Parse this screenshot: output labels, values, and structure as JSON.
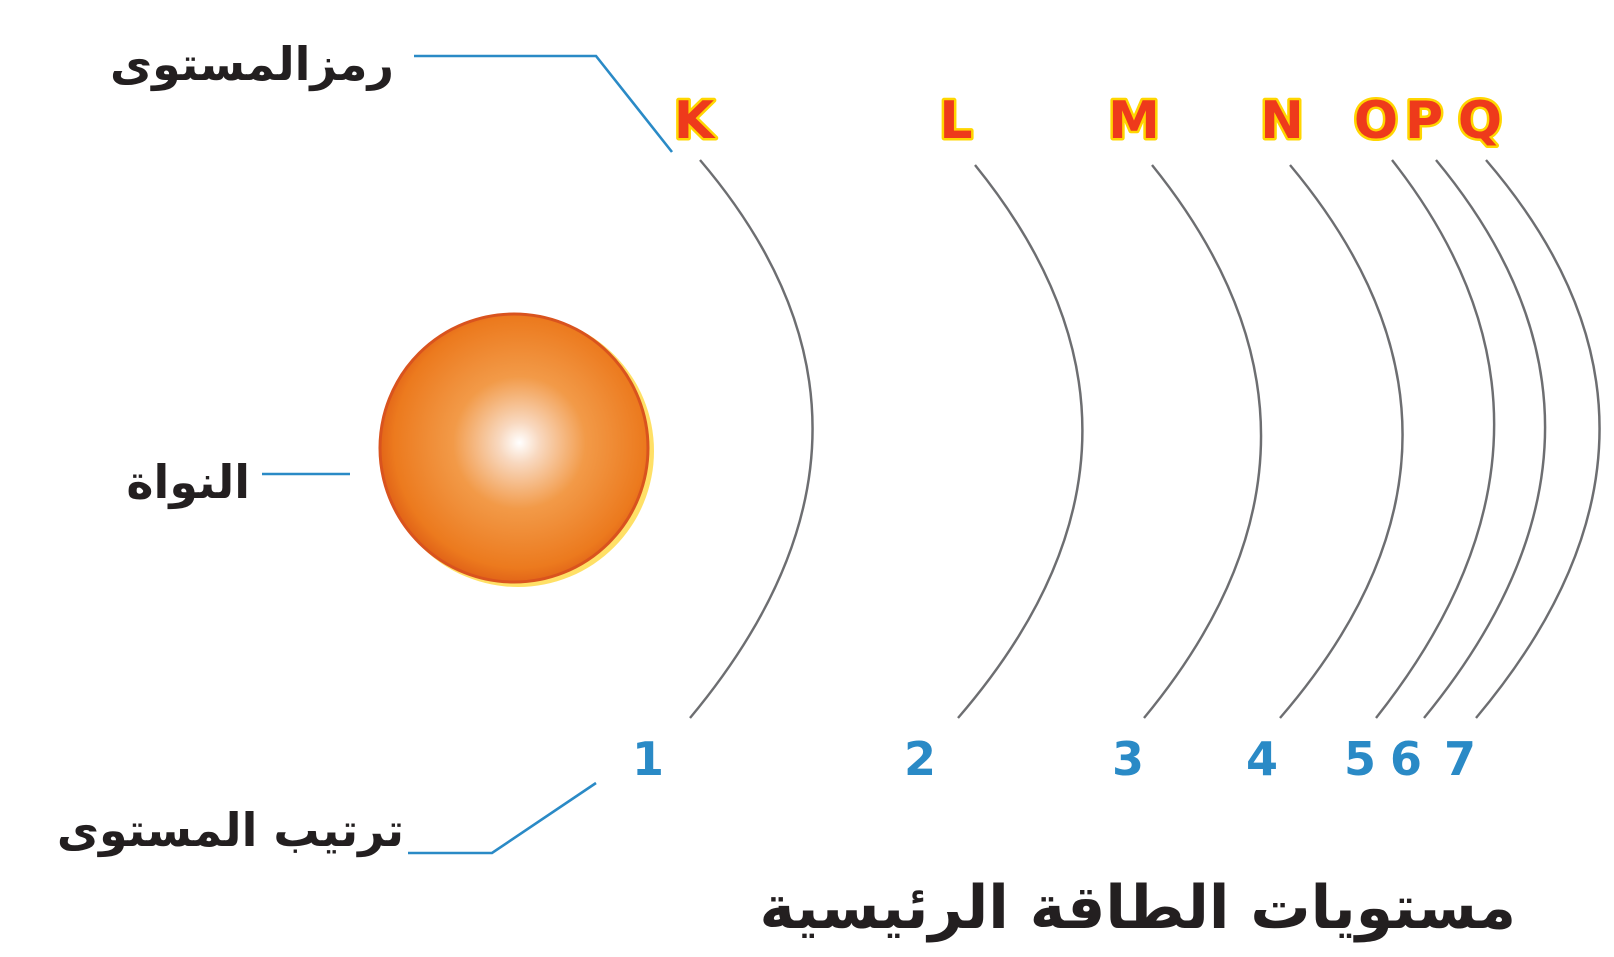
{
  "labels": {
    "level_symbol": "رمزالمستوى",
    "nucleus": "النواة",
    "level_order": "ترتيب المستوى"
  },
  "caption": "مستويات الطاقة الرئيسية",
  "levels": [
    {
      "symbol": "K",
      "number": "1"
    },
    {
      "symbol": "L",
      "number": "2"
    },
    {
      "symbol": "M",
      "number": "3"
    },
    {
      "symbol": "N",
      "number": "4"
    },
    {
      "symbol": "O",
      "number": "5"
    },
    {
      "symbol": "P",
      "number": "6"
    },
    {
      "symbol": "Q",
      "number": "7"
    }
  ],
  "colors": {
    "symbol": "#ee3a1b",
    "symbol_outline": "#ffd600",
    "number": "#2a8ac6",
    "leader_line": "#2a8ac6",
    "shell": "#6d6e71",
    "nucleus": "#ef8a24",
    "text": "#231f20"
  }
}
